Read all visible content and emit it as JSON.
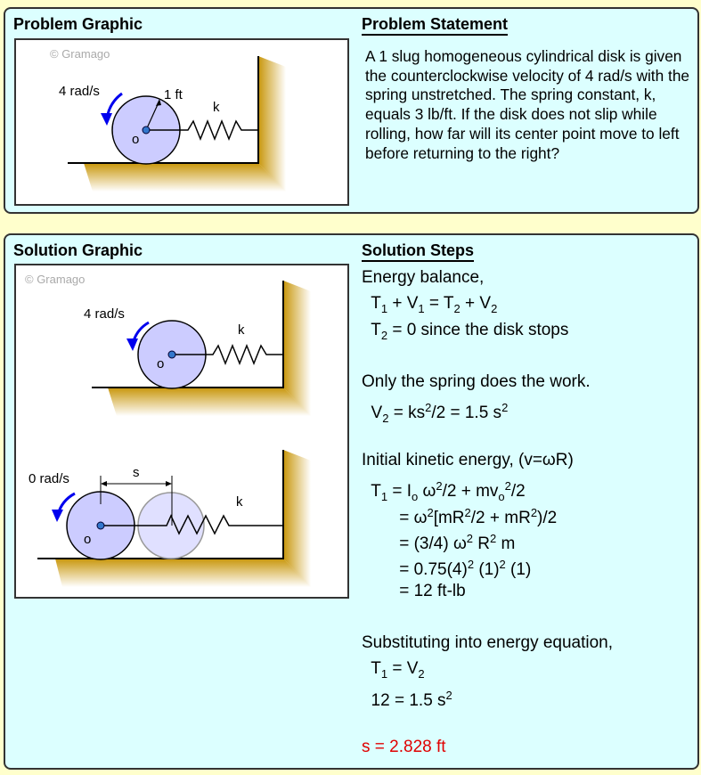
{
  "problem": {
    "graphic_title": "Problem Graphic",
    "statement_title": "Problem Statement",
    "statement": "A 1 slug homogeneous cylindrical disk is given the counterclockwise velocity of 4 rad/s with the spring unstretched. The spring constant, k, equals 3 lb/ft. If the disk does not slip while rolling, how far will its center point move to left before returning to the right?",
    "figure": {
      "copyright": "© Gramago",
      "omega": "4 rad/s",
      "radius": "1 ft",
      "spring": "k",
      "center": "o"
    }
  },
  "solution": {
    "graphic_title": "Solution Graphic",
    "steps_title": "Solution Steps",
    "figure": {
      "copyright": "© Gramago",
      "omega_initial": "4 rad/s",
      "omega_final": "0 rad/s",
      "spring": "k",
      "center": "o",
      "displacement": "s"
    },
    "steps": [
      [
        {
          "t": "Energy balance,"
        }
      ],
      [
        {
          "t": "  T"
        },
        {
          "t": "1",
          "s": "sub"
        },
        {
          "t": " + V"
        },
        {
          "t": "1",
          "s": "sub"
        },
        {
          "t": " = T"
        },
        {
          "t": "2",
          "s": "sub"
        },
        {
          "t": " + V"
        },
        {
          "t": "2",
          "s": "sub"
        }
      ],
      [
        {
          "t": "  T"
        },
        {
          "t": "2",
          "s": "sub"
        },
        {
          "t": " = 0 since the disk stops"
        }
      ],
      [],
      [
        {
          "t": "Only the spring does the work."
        }
      ],
      [
        {
          "t": "  V"
        },
        {
          "t": "2",
          "s": "sub"
        },
        {
          "t": " = ks"
        },
        {
          "t": "2",
          "s": "sup"
        },
        {
          "t": "/2 = 1.5 s"
        },
        {
          "t": "2",
          "s": "sup"
        }
      ],
      [],
      [
        {
          "t": "Initial kinetic energy, (v=ωR)"
        }
      ],
      [
        {
          "t": "  T"
        },
        {
          "t": "1",
          "s": "sub"
        },
        {
          "t": " = I"
        },
        {
          "t": "o",
          "s": "sub"
        },
        {
          "t": " ω"
        },
        {
          "t": "2",
          "s": "sup"
        },
        {
          "t": "/2 + mv"
        },
        {
          "t": "o",
          "s": "sub"
        },
        {
          "t": "2",
          "s": "sup"
        },
        {
          "t": "/2"
        }
      ],
      [
        {
          "t": "        = ω"
        },
        {
          "t": "2",
          "s": "sup"
        },
        {
          "t": "[mR"
        },
        {
          "t": "2",
          "s": "sup"
        },
        {
          "t": "/2 + mR"
        },
        {
          "t": "2",
          "s": "sup"
        },
        {
          "t": ")/2"
        }
      ],
      [
        {
          "t": "        = (3/4) ω"
        },
        {
          "t": "2",
          "s": "sup"
        },
        {
          "t": " R"
        },
        {
          "t": "2",
          "s": "sup"
        },
        {
          "t": " m"
        }
      ],
      [
        {
          "t": "        = 0.75(4)"
        },
        {
          "t": "2",
          "s": "sup"
        },
        {
          "t": " (1)"
        },
        {
          "t": "2",
          "s": "sup"
        },
        {
          "t": " (1)"
        }
      ],
      [
        {
          "t": "        = 12 ft-lb"
        }
      ],
      [],
      [
        {
          "t": "Substituting into energy equation,"
        }
      ],
      [
        {
          "t": "  T"
        },
        {
          "t": "1",
          "s": "sub"
        },
        {
          "t": " = V"
        },
        {
          "t": "2",
          "s": "sub"
        }
      ],
      [
        {
          "t": "  12 = 1.5 s"
        },
        {
          "t": "2",
          "s": "sup"
        }
      ],
      [],
      [
        {
          "t": "s = 2.828 ft",
          "c": "red"
        }
      ]
    ]
  },
  "colors": {
    "panel": "#dcffff",
    "background": "#ffffcc",
    "disk": "#ccccff",
    "arrow": "#0000ee",
    "answer": "#e00000",
    "shadow": "#c8960a"
  }
}
